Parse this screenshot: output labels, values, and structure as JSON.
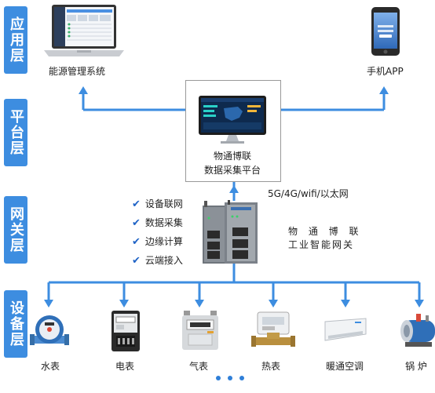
{
  "layers": {
    "app": "应用层",
    "platform": "平台层",
    "gateway": "网关层",
    "device": "设备层"
  },
  "app_layer": {
    "energy_system": "能源管理系统",
    "mobile_app": "手机APP"
  },
  "platform": {
    "line1": "物通博联",
    "line2": "数据采集平台"
  },
  "network": "5G/4G/wifi/以太网",
  "gateway": {
    "features": [
      "设备联网",
      "数据采集",
      "边缘计算",
      "云端接入"
    ],
    "title_line1": "物 通 博 联",
    "title_line2": "工业智能网关"
  },
  "devices": [
    "水表",
    "电表",
    "气表",
    "热表",
    "暖通空调",
    "锅 炉"
  ],
  "colors": {
    "layer_bg": "#3d8de0",
    "connector": "#3d8de0",
    "check": "#1f63c6"
  }
}
